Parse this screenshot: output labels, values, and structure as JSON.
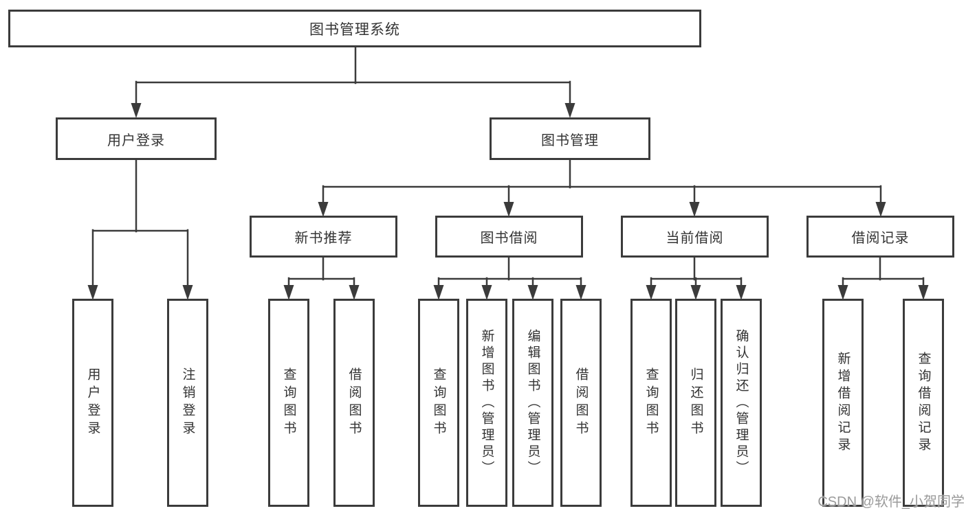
{
  "diagram": {
    "root": {
      "label": "图书管理系统"
    },
    "level2": [
      {
        "label": "用户登录"
      },
      {
        "label": "图书管理"
      }
    ],
    "level3": [
      {
        "label": "新书推荐"
      },
      {
        "label": "图书借阅"
      },
      {
        "label": "当前借阅"
      },
      {
        "label": "借阅记录"
      }
    ],
    "leaves": {
      "user_login": {
        "label": "用户登录"
      },
      "logout": {
        "label": "注销登录"
      },
      "recommend_query_book": {
        "label": "查询图书"
      },
      "recommend_borrow_book": {
        "label": "借阅图书"
      },
      "borrow_query_book": {
        "label": "查询图书"
      },
      "borrow_add_book": {
        "label": "新增图书（管理员）"
      },
      "borrow_edit_book": {
        "label": "编辑图书（管理员）"
      },
      "borrow_borrow_book": {
        "label": "借阅图书"
      },
      "current_query_book": {
        "label": "查询图书"
      },
      "current_return_book": {
        "label": "归还图书"
      },
      "current_confirm_return": {
        "label": "确认归还（管理员）"
      },
      "record_add_record": {
        "label": "新增借阅记录"
      },
      "record_query_record": {
        "label": "查询借阅记录"
      }
    },
    "colors": {
      "line": "#3b3b3b",
      "border": "#3b3b3b",
      "text": "#333333",
      "background": "#ffffff",
      "watermark": "#9a9a9a"
    }
  },
  "watermark": {
    "text": "CSDN @软件_小贺同学"
  }
}
